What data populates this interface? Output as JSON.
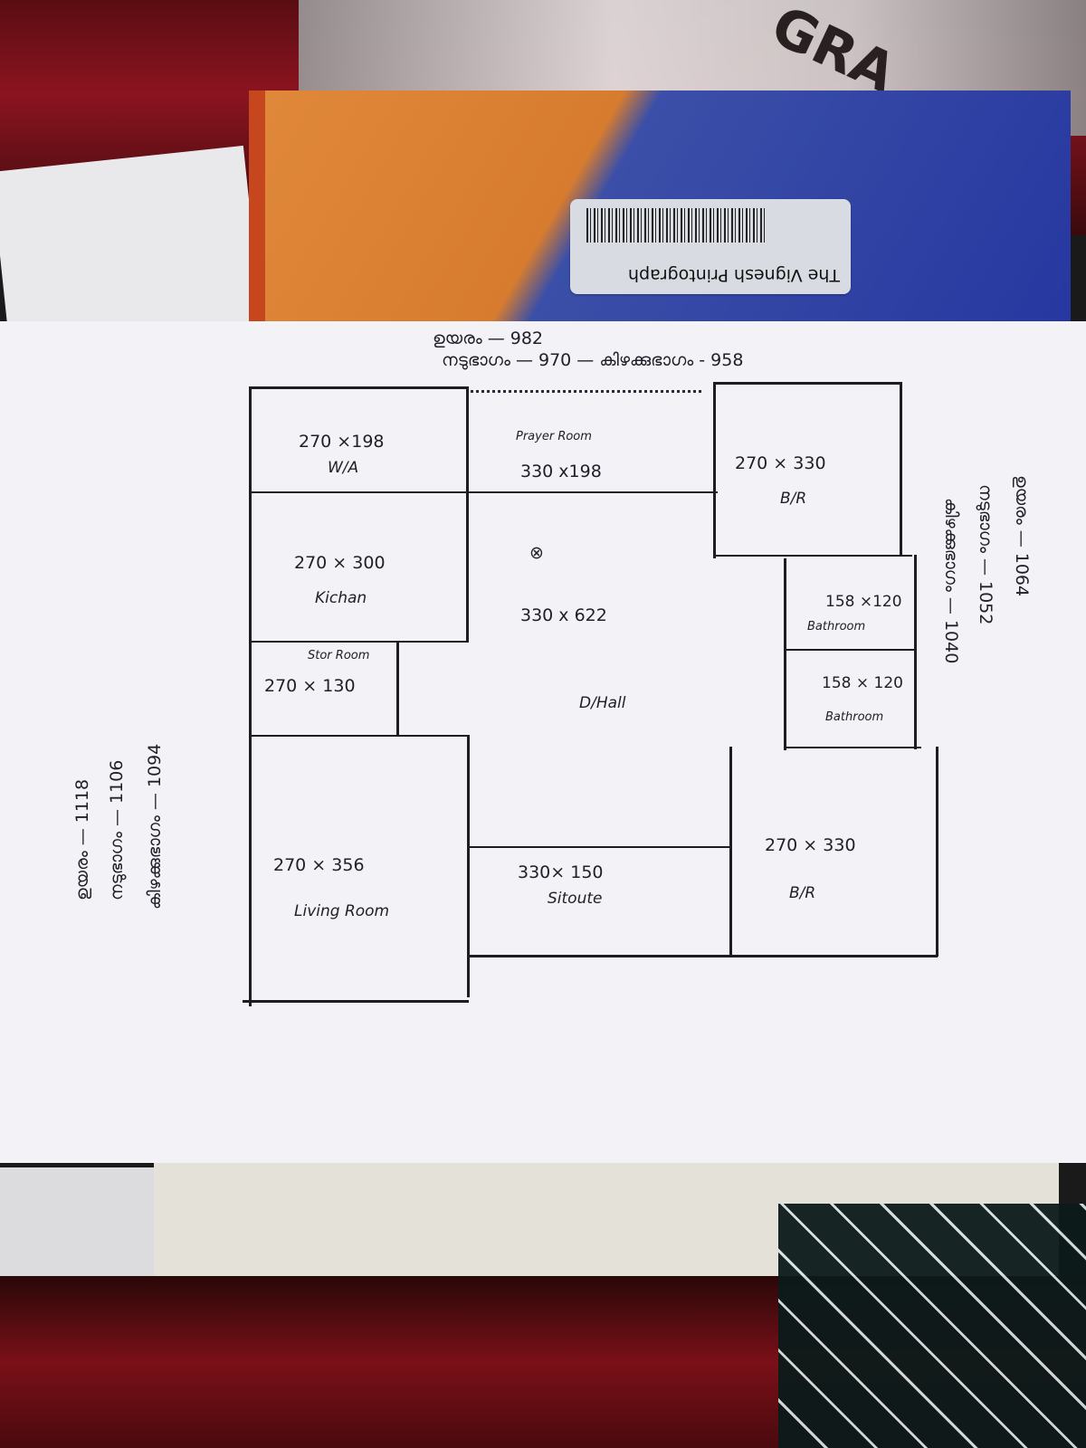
{
  "book": {
    "label": "The Vignesh Printograph",
    "plastic_text": "GRA"
  },
  "floor_plan": {
    "top_notes": {
      "line1": "ഉയരം — 982",
      "line2": "നടുഭാഗം — 970 — കിഴക്കുഭാഗം - 958"
    },
    "right_notes": {
      "line1": "ഉയരം — 1064",
      "line2": "നടുഭാഗം — 1052",
      "line3": "കിഴക്കുഭാഗം — 1040"
    },
    "left_notes": {
      "line1": "ഉയരം — 1118",
      "line2": "നടുഭാഗം — 1106",
      "line3": "കിഴക്കുഭാഗം — 1094"
    },
    "rooms": {
      "wa": {
        "dim": "270 ×198",
        "name": "W/A"
      },
      "prayer": {
        "dim": "330 x198",
        "name": "Prayer Room"
      },
      "br_top": {
        "dim": "270 × 330",
        "name": "B/R"
      },
      "kitchen": {
        "dim": "270 × 300",
        "name": "Kichan"
      },
      "hall": {
        "dim": "330 x 622",
        "name": "D/Hall",
        "mark": "⊗"
      },
      "bath1": {
        "dim": "158 ×120",
        "name": "Bathroom"
      },
      "bath2": {
        "dim": "158 × 120",
        "name": "Bathroom"
      },
      "store": {
        "dim": "270 × 130",
        "name": "Stor Room"
      },
      "living": {
        "dim": "270 × 356",
        "name": "Living Room"
      },
      "sitout": {
        "dim": "330× 150",
        "name": "Sitoute"
      },
      "br_bottom": {
        "dim": "270 × 330",
        "name": "B/R"
      }
    }
  }
}
